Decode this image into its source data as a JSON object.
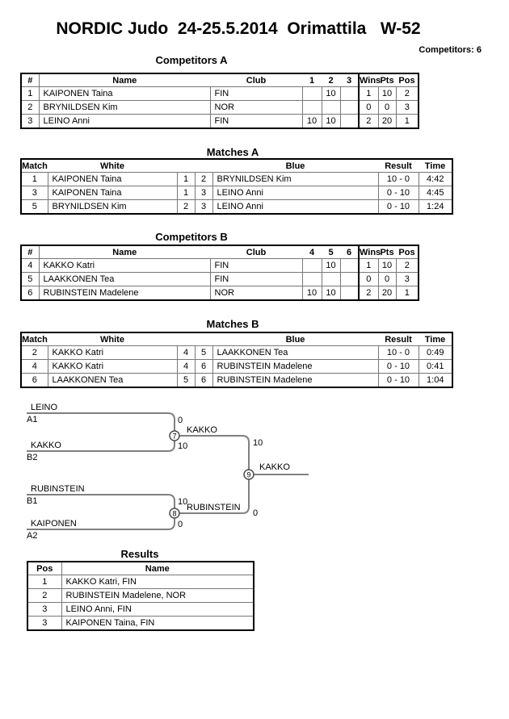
{
  "page": {
    "title": "NORDIC Judo  24-25.5.2014  Orimattila   W-52",
    "competitors_count": "Competitors: 6"
  },
  "colors": {
    "table_border": "#000000",
    "grid_line": "#777777",
    "bracket_line": "#808080"
  },
  "competitors_a": {
    "heading": "Competitors A",
    "headers": {
      "num": "#",
      "name": "Name",
      "club": "Club",
      "c1": "1",
      "c2": "2",
      "c3": "3",
      "wins": "Wins",
      "pts": "Pts",
      "pos": "Pos"
    },
    "rows": [
      {
        "num": "1",
        "name": "KAIPONEN Taina",
        "club": "FIN",
        "s1": "",
        "s2": "10",
        "s3": "",
        "wins": "1",
        "pts": "10",
        "pos": "2"
      },
      {
        "num": "2",
        "name": "BRYNILDSEN Kim",
        "club": "NOR",
        "s1": "",
        "s2": "",
        "s3": "",
        "wins": "0",
        "pts": "0",
        "pos": "3"
      },
      {
        "num": "3",
        "name": "LEINO Anni",
        "club": "FIN",
        "s1": "10",
        "s2": "10",
        "s3": "",
        "wins": "2",
        "pts": "20",
        "pos": "1"
      }
    ]
  },
  "matches_a": {
    "heading": "Matches A",
    "headers": {
      "match": "Match",
      "white": "White",
      "blue": "Blue",
      "result": "Result",
      "time": "Time"
    },
    "rows": [
      {
        "match": "1",
        "white": "KAIPONEN Taina",
        "wnum": "1",
        "bnum": "2",
        "blue": "BRYNILDSEN Kim",
        "result": "10 - 0",
        "time": "4:42"
      },
      {
        "match": "3",
        "white": "KAIPONEN Taina",
        "wnum": "1",
        "bnum": "3",
        "blue": "LEINO Anni",
        "result": "0 - 10",
        "time": "4:45"
      },
      {
        "match": "5",
        "white": "BRYNILDSEN Kim",
        "wnum": "2",
        "bnum": "3",
        "blue": "LEINO Anni",
        "result": "0 - 10",
        "time": "1:24"
      }
    ]
  },
  "competitors_b": {
    "heading": "Competitors B",
    "headers": {
      "num": "#",
      "name": "Name",
      "club": "Club",
      "c1": "4",
      "c2": "5",
      "c3": "6",
      "wins": "Wins",
      "pts": "Pts",
      "pos": "Pos"
    },
    "rows": [
      {
        "num": "4",
        "name": "KAKKO Katri",
        "club": "FIN",
        "s1": "",
        "s2": "10",
        "s3": "",
        "wins": "1",
        "pts": "10",
        "pos": "2"
      },
      {
        "num": "5",
        "name": "LAAKKONEN Tea",
        "club": "FIN",
        "s1": "",
        "s2": "",
        "s3": "",
        "wins": "0",
        "pts": "0",
        "pos": "3"
      },
      {
        "num": "6",
        "name": "RUBINSTEIN Madelene",
        "club": "NOR",
        "s1": "10",
        "s2": "10",
        "s3": "",
        "wins": "2",
        "pts": "20",
        "pos": "1"
      }
    ]
  },
  "matches_b": {
    "heading": "Matches B",
    "headers": {
      "match": "Match",
      "white": "White",
      "blue": "Blue",
      "result": "Result",
      "time": "Time"
    },
    "rows": [
      {
        "match": "2",
        "white": "KAKKO Katri",
        "wnum": "4",
        "bnum": "5",
        "blue": "LAAKKONEN Tea",
        "result": "10 - 0",
        "time": "0:49"
      },
      {
        "match": "4",
        "white": "KAKKO Katri",
        "wnum": "4",
        "bnum": "6",
        "blue": "RUBINSTEIN Madelene",
        "result": "0 - 10",
        "time": "0:41"
      },
      {
        "match": "6",
        "white": "LAAKKONEN Tea",
        "wnum": "5",
        "bnum": "6",
        "blue": "RUBINSTEIN Madelene",
        "result": "0 - 10",
        "time": "1:04"
      }
    ]
  },
  "bracket": {
    "semifinal_top": {
      "node_number": "7",
      "top_name": "LEINO",
      "top_seed": "A1",
      "top_score": "0",
      "bottom_name": "KAKKO",
      "bottom_seed": "B2",
      "bottom_score": "10",
      "winner_name": "KAKKO",
      "winner_score": "10"
    },
    "semifinal_bottom": {
      "node_number": "8",
      "top_name": "RUBINSTEIN",
      "top_seed": "B1",
      "top_score": "10",
      "bottom_name": "KAIPONEN",
      "bottom_seed": "A2",
      "bottom_score": "0",
      "winner_name": "RUBINSTEIN",
      "winner_score": "0"
    },
    "final": {
      "node_number": "9",
      "winner_name": "KAKKO"
    }
  },
  "results": {
    "heading": "Results",
    "headers": {
      "pos": "Pos",
      "name": "Name"
    },
    "rows": [
      {
        "pos": "1",
        "name": "KAKKO Katri, FIN"
      },
      {
        "pos": "2",
        "name": "RUBINSTEIN Madelene, NOR"
      },
      {
        "pos": "3",
        "name": "LEINO Anni, FIN"
      },
      {
        "pos": "3",
        "name": "KAIPONEN Taina, FIN"
      }
    ]
  }
}
